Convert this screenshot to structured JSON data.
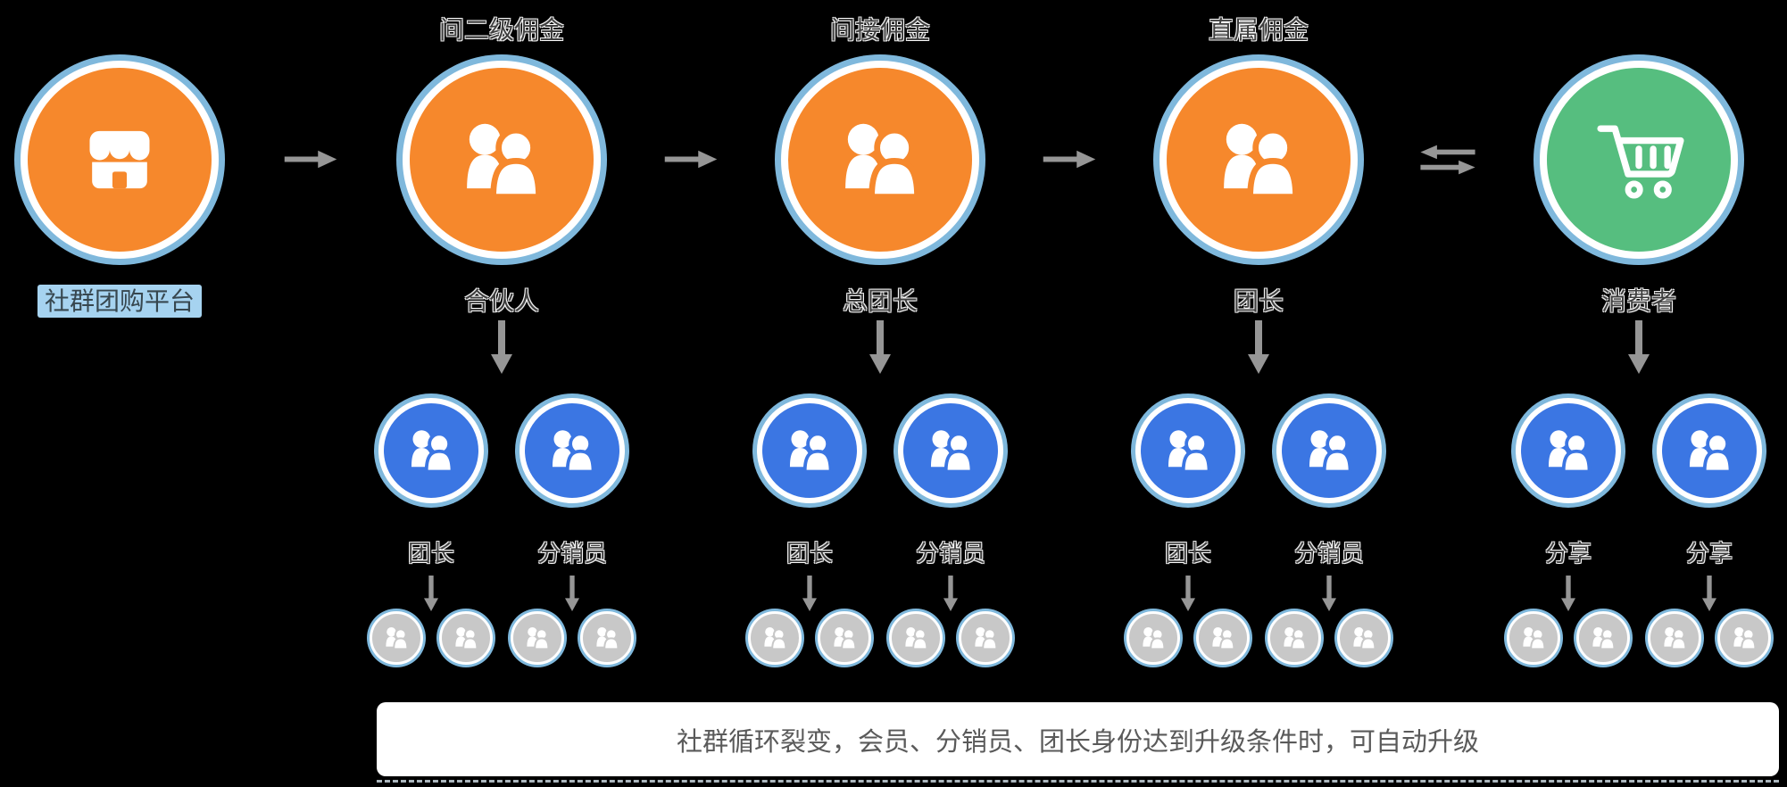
{
  "palette": {
    "background": "#000000",
    "platform_orange": "#F6882C",
    "consumer_green": "#56BE7F",
    "child_blue": "#3B76E3",
    "member_gray": "#C8C8C8",
    "ring_blue": "#7FB8DC",
    "arrow_gray": "#969696",
    "label_text": "#3F3F3F",
    "highlight_bg": "#A6D3F0",
    "footer_bg": "#FFFFFF",
    "footer_text": "#5A5A5A"
  },
  "flow": {
    "nodes": [
      {
        "icon": "storefront-icon",
        "commission": "",
        "role": "社群团购平台",
        "highlighted": true
      },
      {
        "icon": "people-icon",
        "commission": "间二级佣金",
        "role": "合伙人",
        "highlighted": false
      },
      {
        "icon": "people-icon",
        "commission": "间接佣金",
        "role": "总团长",
        "highlighted": false
      },
      {
        "icon": "people-icon",
        "commission": "直属佣金",
        "role": "团长",
        "highlighted": false
      },
      {
        "icon": "cart-icon",
        "commission": "",
        "role": "消费者",
        "highlighted": false
      }
    ],
    "connectors": [
      "forward-arrow",
      "forward-arrow",
      "forward-arrow",
      "exchange-arrow"
    ]
  },
  "groups": [
    {
      "parent_role": "合伙人",
      "children": [
        {
          "label": "团长",
          "member_count": 2
        },
        {
          "label": "分销员",
          "member_count": 2
        }
      ]
    },
    {
      "parent_role": "总团长",
      "children": [
        {
          "label": "团长",
          "member_count": 2
        },
        {
          "label": "分销员",
          "member_count": 2
        }
      ]
    },
    {
      "parent_role": "团长",
      "children": [
        {
          "label": "团长",
          "member_count": 2
        },
        {
          "label": "分销员",
          "member_count": 2
        }
      ]
    },
    {
      "parent_role": "消费者",
      "children": [
        {
          "label": "分享",
          "member_count": 2
        },
        {
          "label": "分享",
          "member_count": 2
        }
      ]
    }
  ],
  "footer": {
    "note": "社群循环裂变，会员、分销员、团长身份达到升级条件时，可自动升级"
  }
}
